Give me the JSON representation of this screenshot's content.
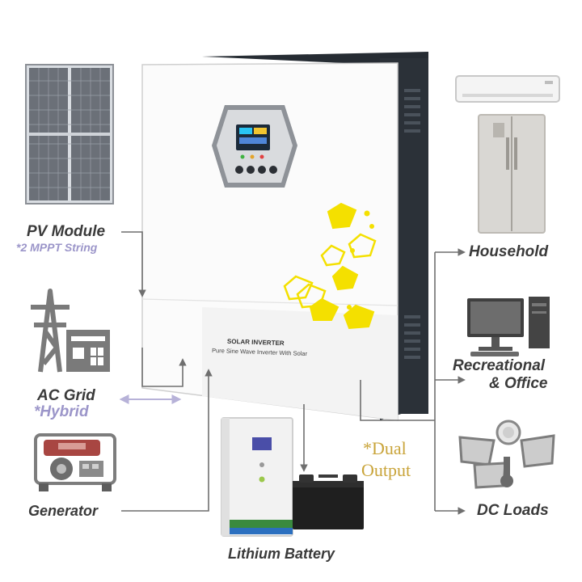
{
  "inverter": {
    "brand_line": "SOLAR INVERTER",
    "desc_line": "Pure Sine Wave Inverter With Solar"
  },
  "inputs": {
    "pv": {
      "label": "PV Module",
      "sub": "*2 MPPT String"
    },
    "grid": {
      "label": "AC Grid",
      "sub": "*Hybrid"
    },
    "generator": {
      "label": "Generator"
    }
  },
  "storage": {
    "label": "Lithium Battery"
  },
  "outputs": {
    "household": {
      "label": "Household"
    },
    "office": {
      "label_line1": "Recreational",
      "label_line2": "& Office"
    },
    "dc": {
      "label": "DC Loads"
    },
    "dual_line1": "*Dual",
    "dual_line2": "Output"
  },
  "colors": {
    "line": "#6f6f6f",
    "grid_arrow": "#b7b2d8",
    "accent_yellow": "#f4e000",
    "sub_text": "#9b95c9"
  },
  "icons": [
    "solar-panel-icon",
    "power-tower-icon",
    "generator-icon",
    "air-conditioner-icon",
    "refrigerator-icon",
    "computer-icon",
    "flood-light-icon",
    "battery-icon"
  ]
}
